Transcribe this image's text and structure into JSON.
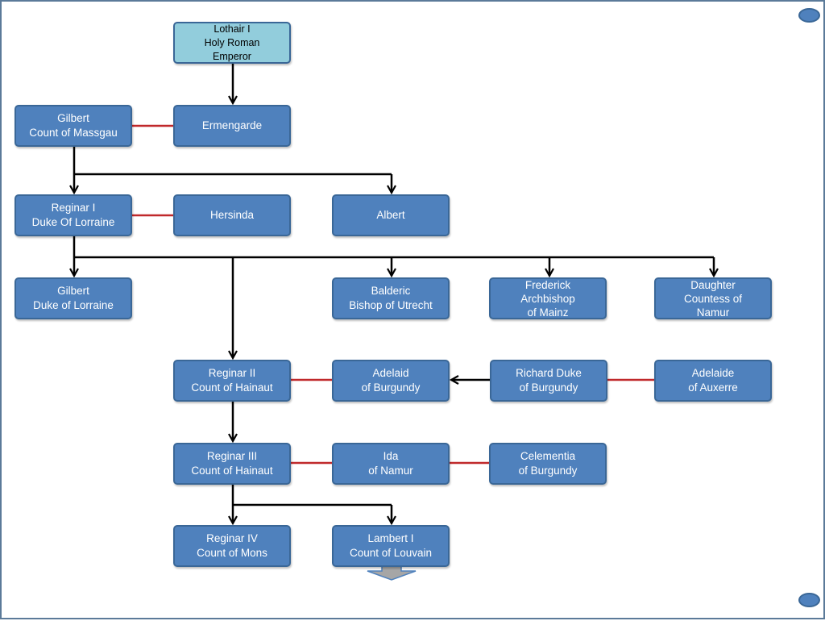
{
  "people": {
    "lothair": [
      "Lothair I",
      "Holy Roman",
      "Emperor"
    ],
    "ermengarde": [
      "Ermengarde"
    ],
    "gilbert_massgau": [
      "Gilbert",
      "Count of Massgau"
    ],
    "reginar1": [
      "Reginar I",
      "Duke Of Lorraine"
    ],
    "hersinda": [
      "Hersinda"
    ],
    "albert": [
      "Albert"
    ],
    "gilbert_lorraine": [
      "Gilbert",
      "Duke of Lorraine"
    ],
    "balderic": [
      "Balderic",
      "Bishop of Utrecht"
    ],
    "frederick": [
      "Frederick",
      "Archbishop",
      "of Mainz"
    ],
    "daughter": [
      "Daughter",
      "Countess of",
      "Namur"
    ],
    "reginar2": [
      "Reginar II",
      "Count of Hainaut"
    ],
    "adelaid": [
      "Adelaid",
      "of Burgundy"
    ],
    "richard": [
      "Richard Duke",
      "of Burgundy"
    ],
    "adelaide_auxerre": [
      "Adelaide",
      "of Auxerre"
    ],
    "reginar3": [
      "Reginar III",
      "Count of Hainaut"
    ],
    "ida": [
      "Ida",
      "of Namur"
    ],
    "celementia": [
      "Celementia",
      "of Burgundy"
    ],
    "reginar4": [
      "Reginar IV",
      "Count of Mons"
    ],
    "lambert": [
      "Lambert I",
      "Count of Louvain"
    ]
  },
  "colors": {
    "box_fill": "#4f81bd",
    "box_border": "#3a6797",
    "root_fill": "#92cddc",
    "marriage_line": "#c0292b",
    "descent_line": "#000000",
    "continue_arrow": "#a6a6a6"
  }
}
